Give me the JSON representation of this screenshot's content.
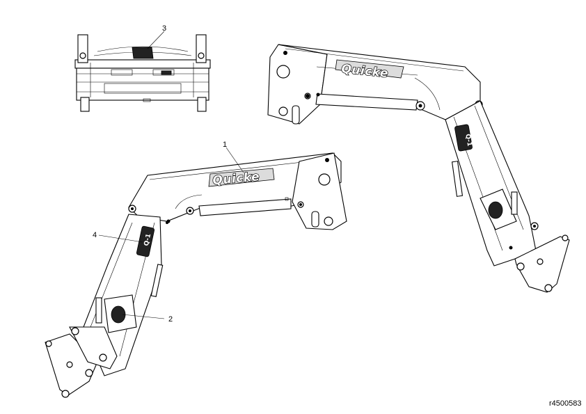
{
  "callouts": [
    {
      "id": "1",
      "label": "1"
    },
    {
      "id": "2",
      "label": "2"
    },
    {
      "id": "3",
      "label": "3"
    },
    {
      "id": "4",
      "label": "4"
    }
  ],
  "brand_logo_text": "Quicke",
  "reference_code": "r4500583"
}
